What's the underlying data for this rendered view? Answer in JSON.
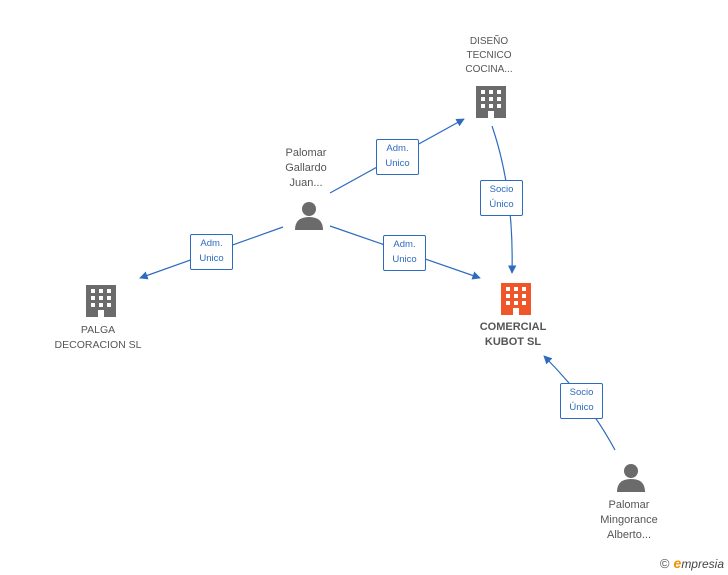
{
  "nodes": {
    "diseno": {
      "label": "DISEÑO\nTECNICO\nCOCINA...",
      "kind": "company"
    },
    "palomar_gallardo": {
      "label": "Palomar\nGallardo\nJuan...",
      "kind": "person"
    },
    "palga": {
      "label": "PALGA\nDECORACION SL",
      "kind": "company"
    },
    "comercial": {
      "label": "COMERCIAL\nKUBOT SL",
      "kind": "company-main"
    },
    "palomar_mingorance": {
      "label": "Palomar\nMingorance\nAlberto...",
      "kind": "person"
    }
  },
  "edges": {
    "e1": {
      "line1": "Adm.",
      "line2": "Unico"
    },
    "e2": {
      "line1": "Adm.",
      "line2": "Unico"
    },
    "e3": {
      "line1": "Adm.",
      "line2": "Unico"
    },
    "e4": {
      "line1": "Socio",
      "line2": "Único"
    },
    "e5": {
      "line1": "Socio",
      "line2": "Único"
    }
  },
  "colors": {
    "edge": "#2d6bbf",
    "icon_default": "#6b6b6b",
    "icon_main": "#f0562a"
  },
  "branding": {
    "copyright": "©",
    "e": "e",
    "rest": "mpresia"
  }
}
